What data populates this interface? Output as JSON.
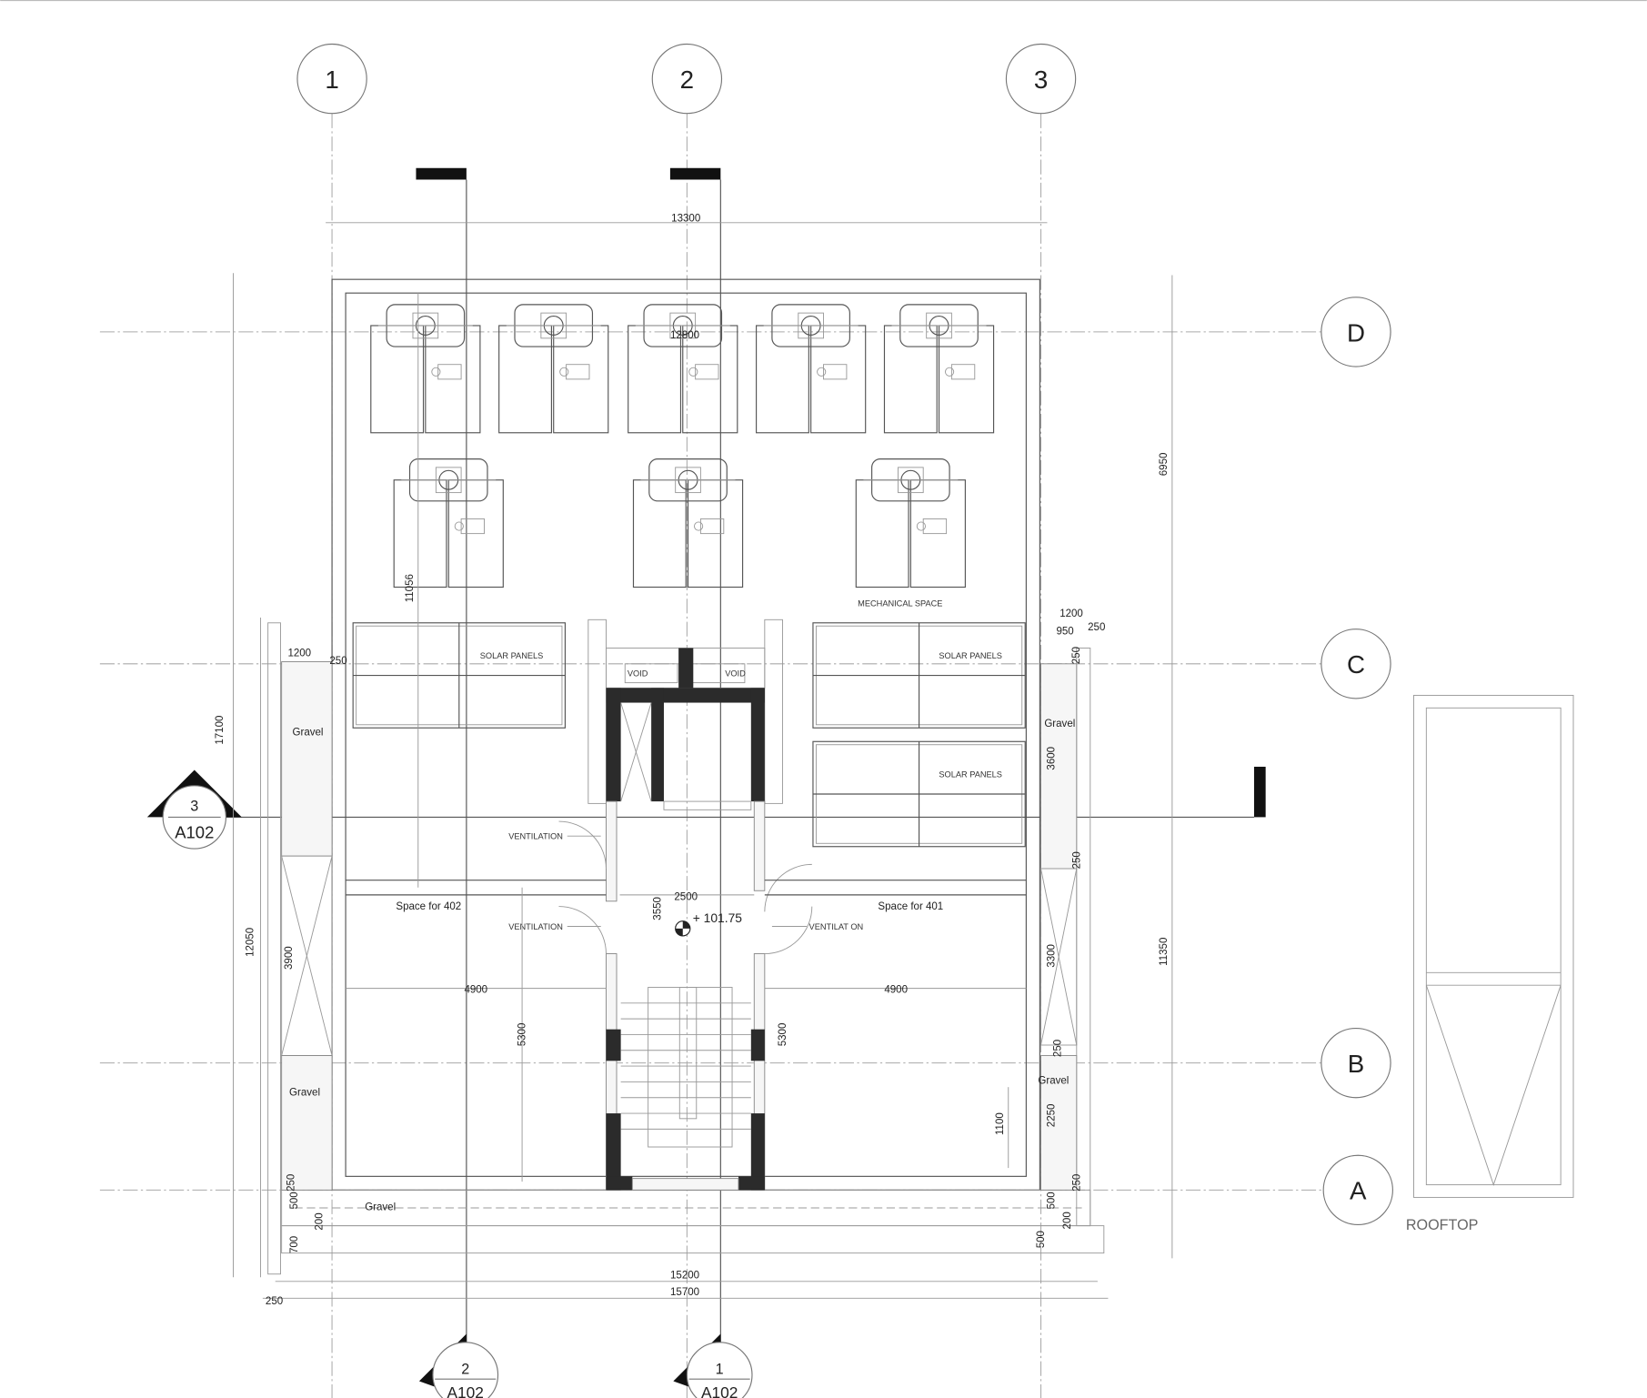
{
  "drawing": {
    "grid_columns": [
      "1",
      "2",
      "3"
    ],
    "grid_rows": [
      "D",
      "C",
      "B",
      "A"
    ],
    "section_markers": [
      {
        "number": "3",
        "sheet": "A102"
      },
      {
        "number": "2",
        "sheet": "A102"
      },
      {
        "number": "1",
        "sheet": "A102"
      }
    ],
    "labels": {
      "mechanical_space": "MECHANICAL SPACE",
      "solar_panels": "SOLAR PANELS",
      "void": "VOID",
      "ventilation": "VENTILATION",
      "ventilation_right": "VENTILAT ON",
      "space_402": "Space for 402",
      "space_401": "Space for 401",
      "gravel": "Gravel",
      "level": "+ 101.75",
      "rooftop": "ROOFTOP"
    },
    "dimensions": [
      "13300",
      "12800",
      "17100",
      "12050",
      "6950",
      "11350",
      "11056",
      "1200",
      "250",
      "3900",
      "250",
      "500",
      "200",
      "700",
      "1200",
      "950",
      "250",
      "250",
      "3600",
      "250",
      "3300",
      "250",
      "2250",
      "250",
      "500",
      "200",
      "500",
      "1100",
      "4900",
      "4900",
      "5300",
      "5300",
      "3550",
      "2500",
      "15200",
      "15700",
      "250"
    ]
  }
}
